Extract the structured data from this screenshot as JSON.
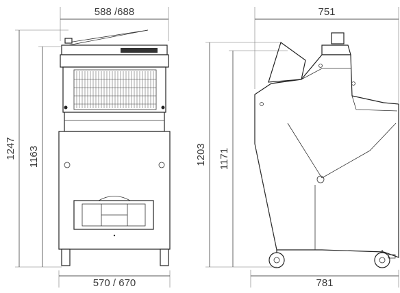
{
  "dimensions": {
    "front_top_width": "588 /688",
    "front_bottom_width": "570 / 670",
    "front_total_height": "1247",
    "front_inner_height": "1163",
    "side_top_depth": "751",
    "side_bottom_depth": "781",
    "side_total_height": "1203",
    "side_inner_height": "1171"
  },
  "colors": {
    "line": "#222222",
    "dimension_text": "#3a3a3a",
    "background": "#ffffff"
  }
}
